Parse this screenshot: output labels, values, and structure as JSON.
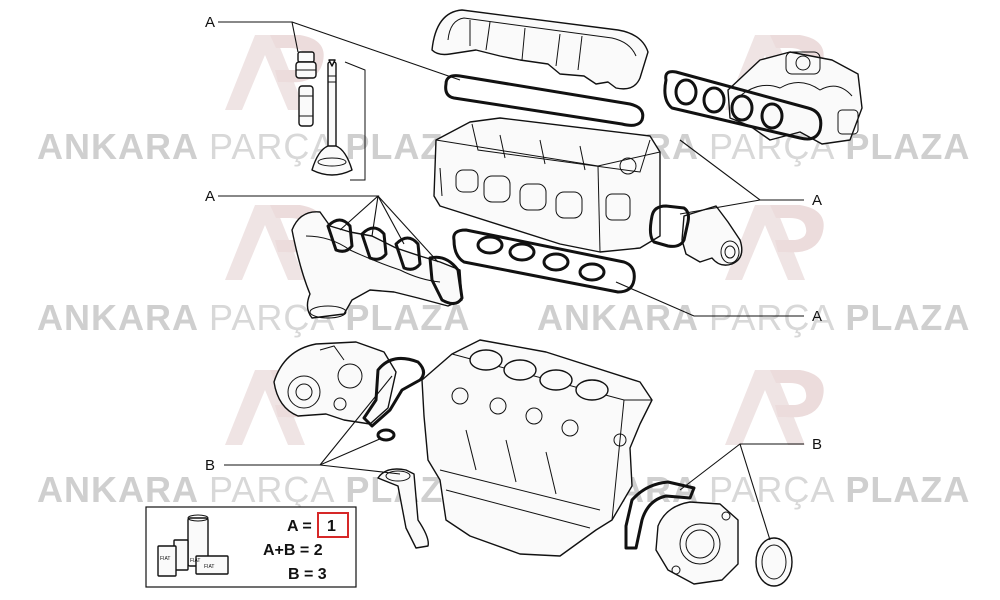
{
  "watermark": {
    "brand_bold": "ANKARA",
    "brand_light": "PARÇA",
    "brand_bold2": "PLAZA"
  },
  "callouts": [
    "A",
    "A",
    "A",
    "A",
    "B",
    "B"
  ],
  "legend": {
    "row1_left": "A =",
    "row1_value": "1",
    "row2": "A+B = 2",
    "row3": "B = 3",
    "box_tag_1": "FIAT",
    "box_tag_2": "FIAT",
    "box_tag_3": "FIAT"
  },
  "colors": {
    "highlight_box": "#d62828",
    "watermark_logo": "#e8d6d6",
    "line_art": "#111111"
  }
}
